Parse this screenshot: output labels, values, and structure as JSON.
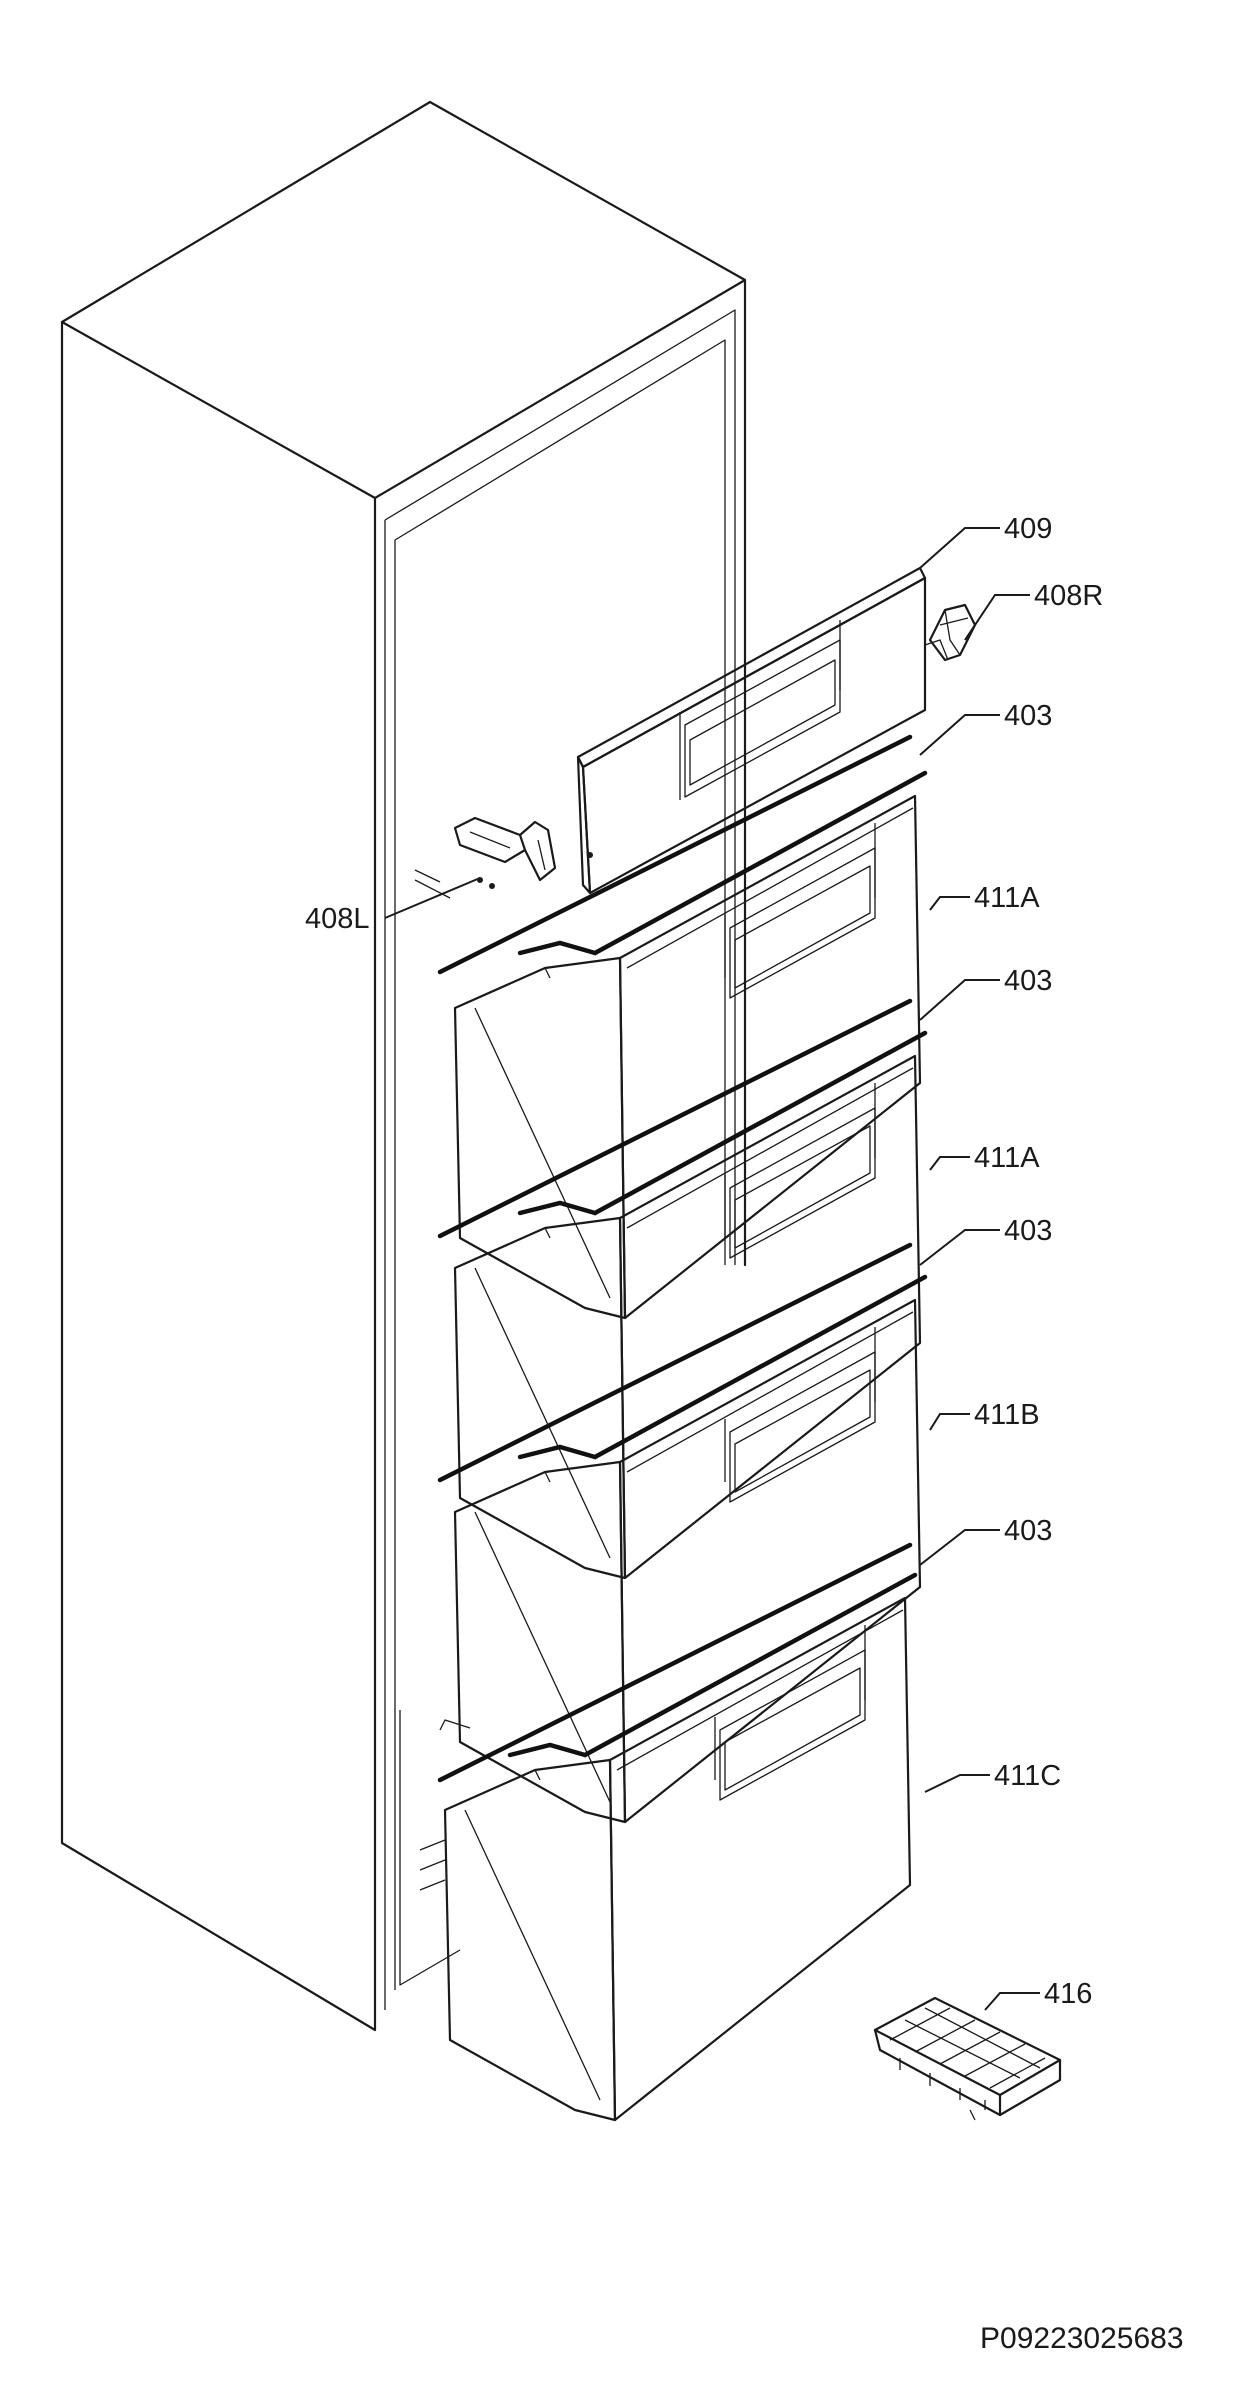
{
  "labels": {
    "shelf_409": "409",
    "hinge_right": "408R",
    "seal_1": "403",
    "hinge_left": "408L",
    "drawer_1": "411A",
    "seal_2": "403",
    "drawer_2": "411A",
    "seal_3": "403",
    "drawer_3": "411B",
    "seal_4": "403",
    "drawer_4": "411C",
    "ice_tray": "416"
  },
  "document_code": "P09223025683"
}
